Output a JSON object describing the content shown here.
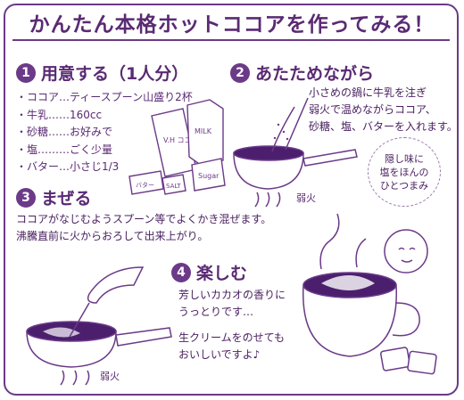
{
  "title": "かんたん本格ホットココアを作ってみる！",
  "step1": {
    "number": "1",
    "heading": "用意する（1人分）",
    "ingredients": [
      "ココア…ティースプーン山盛り2杯",
      "牛乳……160cc",
      "砂糖……お好みで",
      "塩………ごく少量",
      "バター…小さじ1/3"
    ],
    "bullet": "・",
    "package_labels": [
      "V.H ココア",
      "MILK",
      "Sugar",
      "SALT",
      "バター"
    ]
  },
  "step2": {
    "number": "2",
    "heading": "あたためながら",
    "text": [
      "小さめの鍋に牛乳を注ぎ",
      "弱火で温めながらココア、",
      "砂糖、塩、バターを入れます。"
    ],
    "flame": "弱火",
    "tip": [
      "隠し味に",
      "塩をほんの",
      "ひとつまみ"
    ]
  },
  "step3": {
    "number": "3",
    "heading": "まぜる",
    "text": [
      "ココアがなじむようスプーン等でよくかき混ぜます。",
      "沸騰直前に火からおろして出来上がり。"
    ],
    "flame": "弱火"
  },
  "step4": {
    "number": "4",
    "heading": "楽しむ",
    "text": [
      "芳しいカカオの香りに",
      "うっとりです…",
      "",
      "生クリームをのせても",
      "おいしいですよ♪"
    ]
  },
  "colors": {
    "ink": "#5a2a73",
    "cocoa": "#4b1f6e",
    "accent": "#6b3a88"
  }
}
